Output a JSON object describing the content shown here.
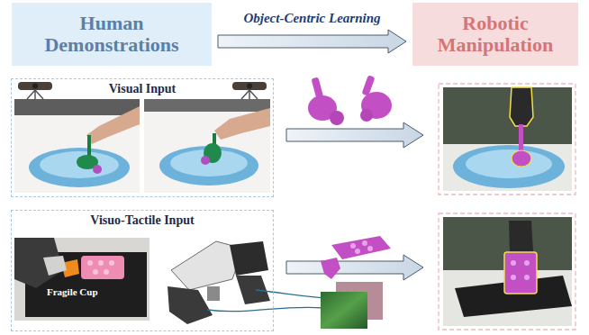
{
  "diagram": {
    "nodes": [
      {
        "text": [
          "Human Demonstrations"
        ]
      },
      {
        "text": [
          "Robotic Manipulation"
        ]
      },
      {
        "text": [
          "Visual Input"
        ]
      },
      {
        "text": [
          "Visuo-Tactile Input"
        ]
      }
    ],
    "edges": [
      {
        "from": 0,
        "to": 1,
        "label": "Object-Centric Learning",
        "arrow": "to"
      }
    ],
    "labels": [
      "Fragile Cup"
    ]
  }
}
